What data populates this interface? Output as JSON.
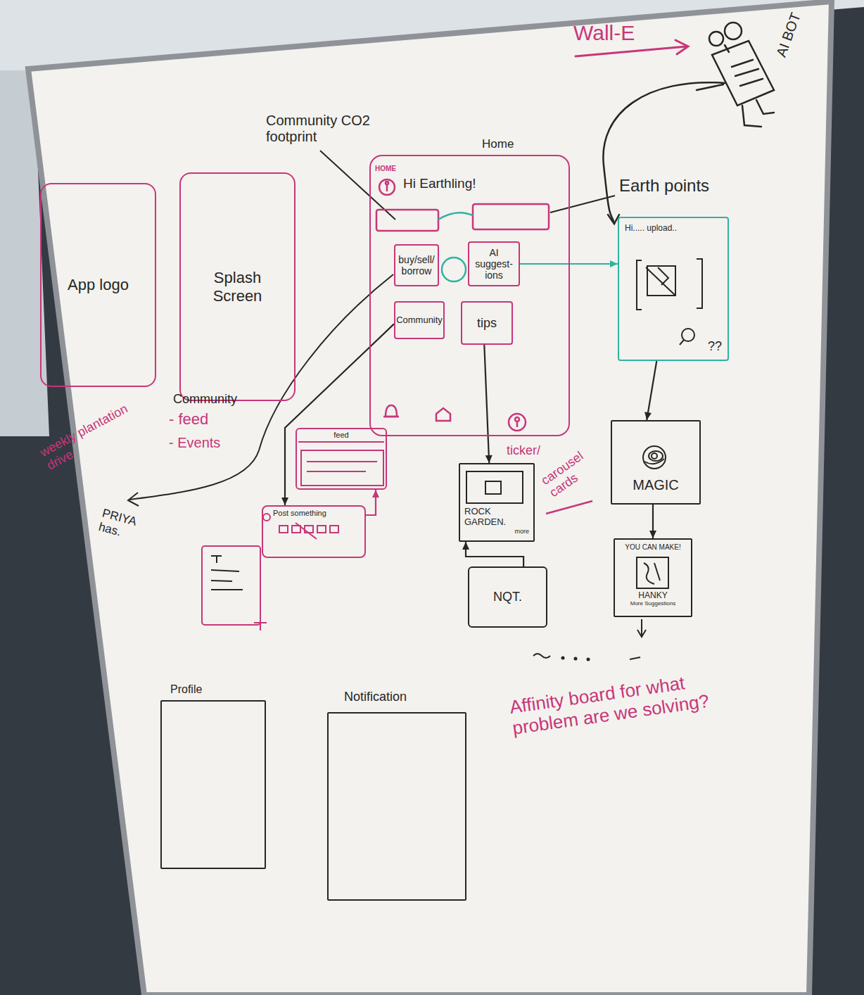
{
  "diagram": {
    "nodes": [
      {
        "text": [
          "Home",
          "HOME",
          "Hi Earthling!"
        ]
      },
      {
        "text": [
          "buy/sell/ borrow"
        ],
        "in": 0
      },
      {
        "text": [
          "AI suggest- ions"
        ],
        "in": 0
      },
      {
        "text": [
          "Community"
        ],
        "in": 0
      },
      {
        "text": [
          "tips"
        ],
        "in": 0
      },
      {
        "text": [
          "App logo"
        ]
      },
      {
        "text": [
          "Splash Screen"
        ]
      },
      {
        "text": [
          "Hi..... upload..",
          "??"
        ]
      },
      {
        "text": [
          "feed"
        ]
      },
      {
        "text": [
          "ROCK GARDEN.",
          "more"
        ]
      },
      {
        "text": [
          "MAGIC"
        ]
      },
      {
        "text": [
          "Post something"
        ]
      },
      {
        "text": [
          "NQT."
        ]
      },
      {
        "text": [
          "YOU CAN MAKE!",
          "HANKY",
          "More Suggestions"
        ]
      },
      {
        "text": [
          "Profile"
        ]
      },
      {
        "text": [
          "Notification"
        ]
      }
    ],
    "edges": [
      {
        "from": 2,
        "to": 7,
        "arrow": "to"
      },
      {
        "from": 7,
        "to": 10,
        "arrow": "to"
      },
      {
        "from": 10,
        "to": 13,
        "arrow": "to"
      },
      {
        "from": 4,
        "to": 9,
        "arrow": "to"
      },
      {
        "from": 3,
        "to": 11,
        "arrow": "to"
      },
      {
        "from": 11,
        "to": 8,
        "arrow": "to"
      },
      {
        "from": 12,
        "to": 9,
        "arrow": "to"
      }
    ],
    "labels": [
      "Wall-E",
      "AI BOT",
      "Community CO2 footprint",
      "Earth points",
      "Community",
      "- feed",
      "- Events",
      "weekly plantation drive",
      "PRIYA has.",
      "ticker/",
      "carousel cards",
      "Affinity board for what problem are we solving?"
    ]
  }
}
